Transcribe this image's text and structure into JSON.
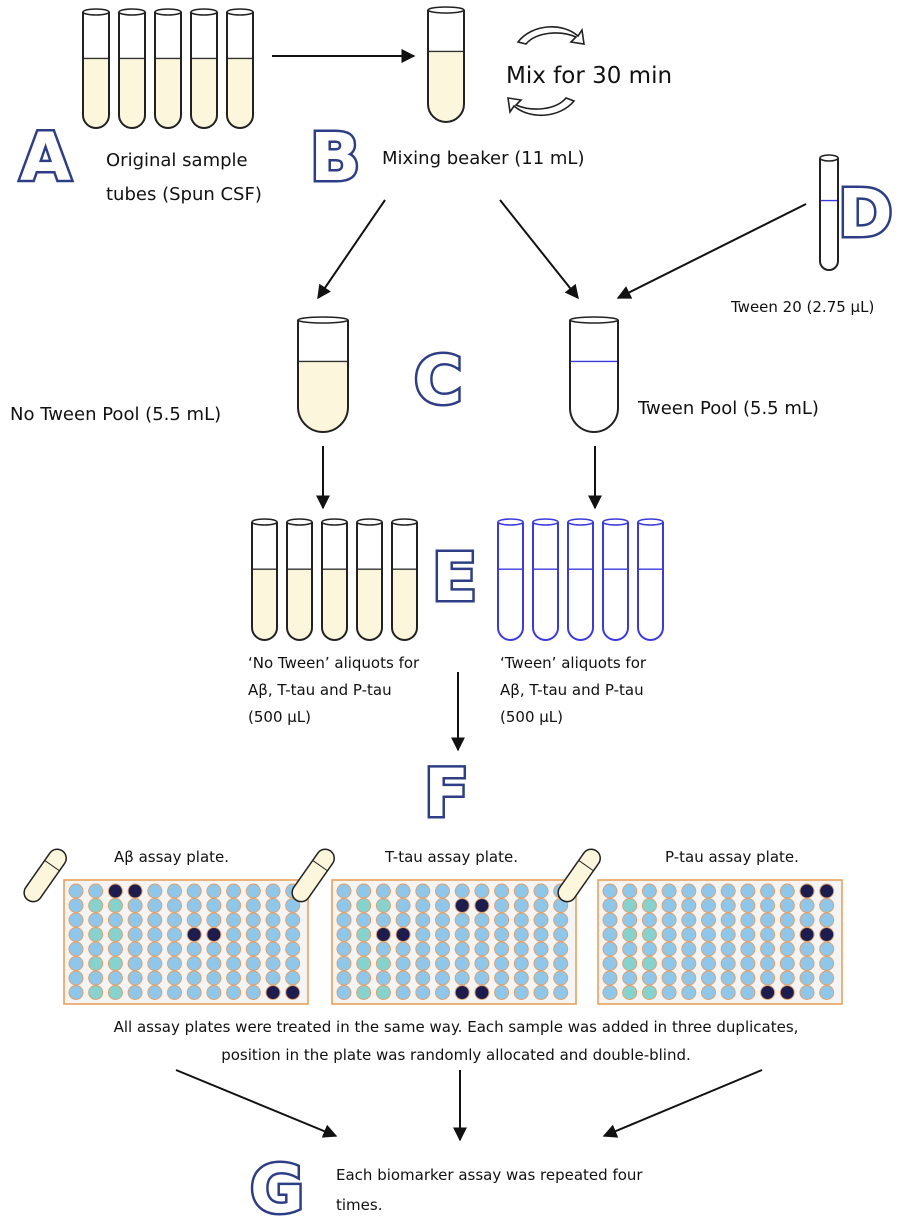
{
  "steps": {
    "a": {
      "letter": "A",
      "label_lines": [
        "Original sample",
        "tubes (Spun CSF)"
      ]
    },
    "b": {
      "letter": "B",
      "label": "Mixing beaker (11 mL)",
      "mix_text": "Mix for 30 min"
    },
    "c": {
      "letter": "C",
      "no_tween_pool": "No Tween Pool (5.5 mL)",
      "tween_pool": "Tween Pool (5.5 mL)"
    },
    "d": {
      "letter": "D",
      "label": "Tween 20 (2.75 μL)"
    },
    "e": {
      "letter": "E",
      "no_tween_lines": [
        "‘No Tween’ aliquots for",
        "Aβ, T-tau and P-tau",
        "(500 μL)"
      ],
      "tween_lines": [
        "‘Tween’ aliquots for",
        "Aβ, T-tau and P-tau",
        "(500 μL)"
      ]
    },
    "f": {
      "letter": "F",
      "plates": [
        {
          "title": "Aβ assay plate.",
          "samples": [
            [
              0,
              2
            ],
            [
              0,
              3
            ],
            [
              3,
              6
            ],
            [
              3,
              7
            ],
            [
              7,
              10
            ],
            [
              7,
              11
            ]
          ]
        },
        {
          "title": "T-tau assay plate.",
          "samples": [
            [
              1,
              6
            ],
            [
              1,
              7
            ],
            [
              3,
              2
            ],
            [
              3,
              3
            ],
            [
              7,
              6
            ],
            [
              7,
              7
            ]
          ]
        },
        {
          "title": "P-tau assay plate.",
          "samples": [
            [
              0,
              10
            ],
            [
              0,
              11
            ],
            [
              3,
              11
            ],
            [
              3,
              10
            ],
            [
              7,
              8
            ],
            [
              7,
              9
            ]
          ]
        }
      ],
      "note_lines": [
        "All assay plates were treated in the same way. Each sample was added in three duplicates,",
        "position in the plate was randomly allocated and double-blind."
      ]
    },
    "g": {
      "letter": "G",
      "label_lines": [
        "Each biomarker assay was repeated four",
        "times."
      ]
    }
  },
  "colors": {
    "cream_fill": "#fbf6dc",
    "tube_outline": "#222222",
    "tween_blue": "#3a3adf",
    "step_letter_outline": "#2e3e86",
    "plate_border": "#e8a25a",
    "well_blue": "#8fc7ea",
    "well_teal": "#86d2cf",
    "well_sample": "#1c1c4f",
    "well_ring": "#e0a06a"
  }
}
